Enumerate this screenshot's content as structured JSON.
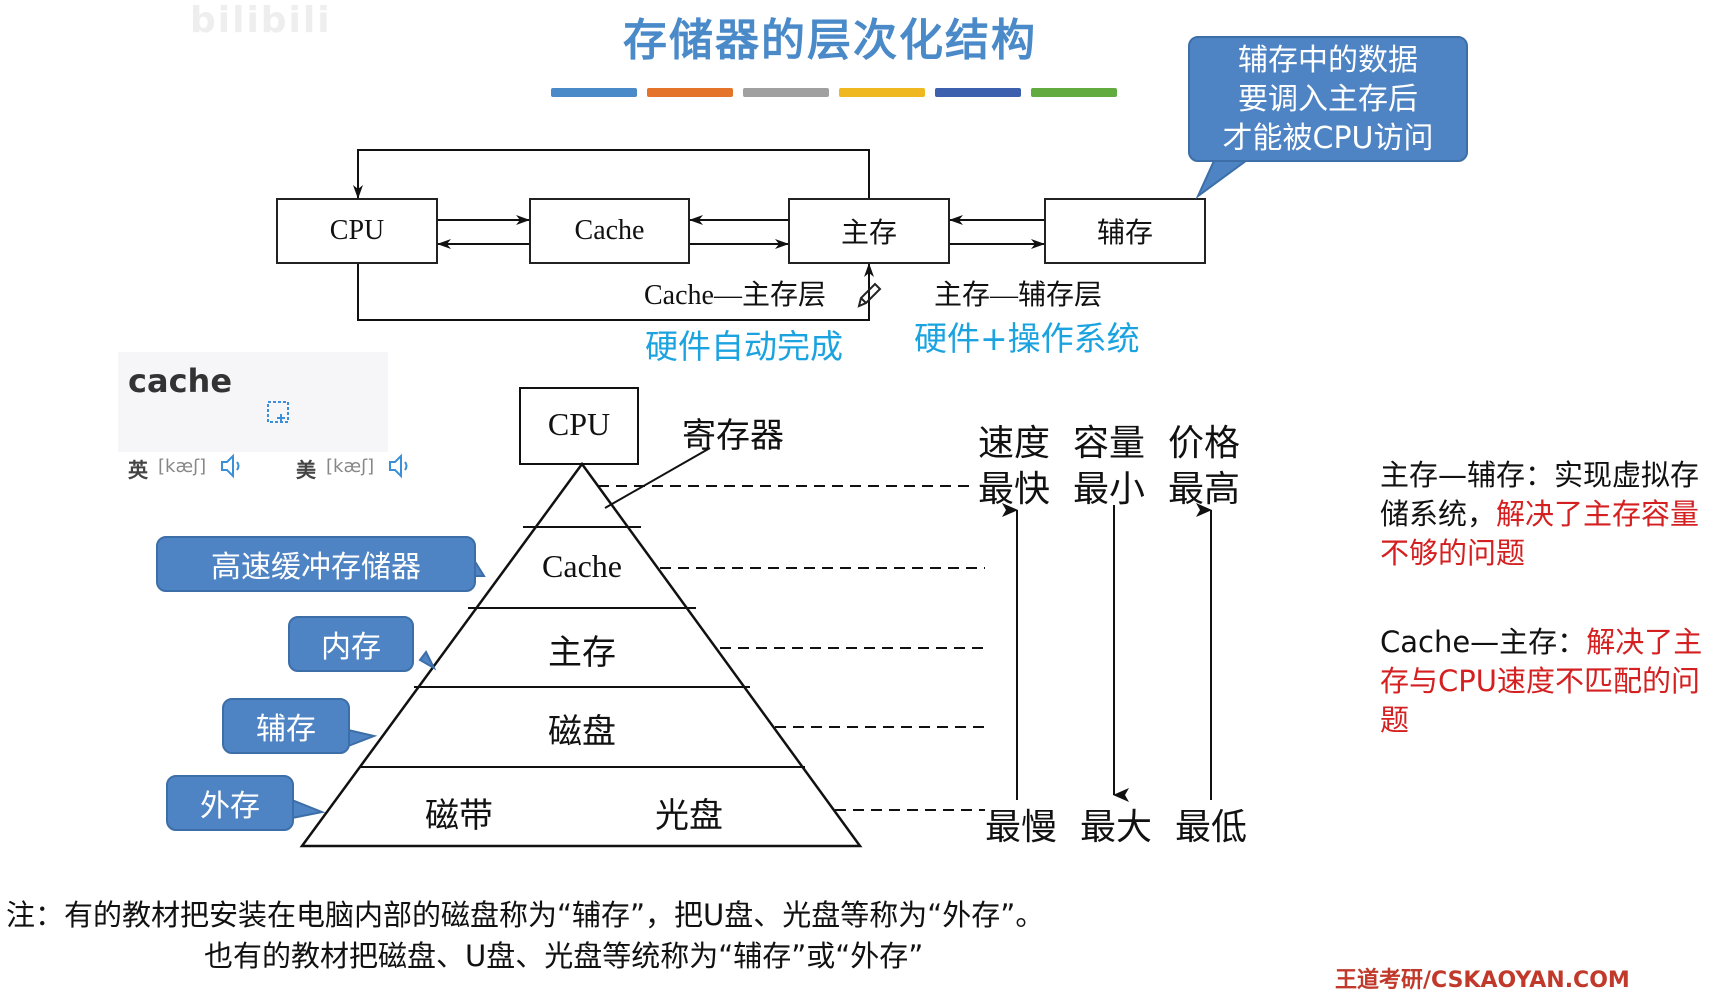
{
  "watermark": "bilibili",
  "title": "存储器的层次化结构",
  "colors": {
    "title": "#4a8ac8",
    "bars": [
      "#4a8ac8",
      "#e4742a",
      "#a0a0a0",
      "#f0b820",
      "#3c5fae",
      "#62ab3e"
    ],
    "callout": "#4f84c4",
    "cyan_text": "#1ba3e0",
    "red_text": "#d42020"
  },
  "top_diagram": {
    "boxes": [
      "CPU",
      "Cache",
      "主存",
      "辅存"
    ],
    "layer_left": "Cache—主存层",
    "layer_right": "主存—辅存层",
    "hw_left": "硬件自动完成",
    "hw_right": "硬件+操作系统",
    "callout_lines": [
      "辅存中的数据",
      "要调入主存后",
      "才能被CPU访问"
    ]
  },
  "dictionary": {
    "word": "cache",
    "uk_label": "英",
    "uk_phonetic": "[kæʃ]",
    "us_label": "美",
    "us_phonetic": "[kæʃ]",
    "icons": [
      "bookmark-add-icon",
      "speaker-icon"
    ]
  },
  "pyramid": {
    "top": "CPU",
    "register_label": "寄存器",
    "levels": [
      "Cache",
      "主存",
      "磁盘"
    ],
    "bottom_left": "磁带",
    "bottom_right": "光盘",
    "callouts": [
      "高速缓冲存储器",
      "内存",
      "辅存",
      "外存"
    ],
    "headers": [
      "速度",
      "容量",
      "价格"
    ],
    "top_values": [
      "最快",
      "最小",
      "最高"
    ],
    "bottom_values": [
      "最慢",
      "最大",
      "最低"
    ]
  },
  "side_notes": {
    "note1_black": "主存—辅存：实现虚拟存储系统，",
    "note1_red": "解决了主存容量不够的问题",
    "note2_black": "Cache—主存：",
    "note2_red": "解决了主存与CPU速度不匹配的问题"
  },
  "footer": {
    "line1": "注：有的教材把安装在电脑内部的磁盘称为“辅存”，把U盘、光盘等称为“外存”。",
    "line2": "也有的教材把磁盘、U盘、光盘等统称为“辅存”或“外存”",
    "brand": "王道考研/CSKAOYAN.COM"
  }
}
